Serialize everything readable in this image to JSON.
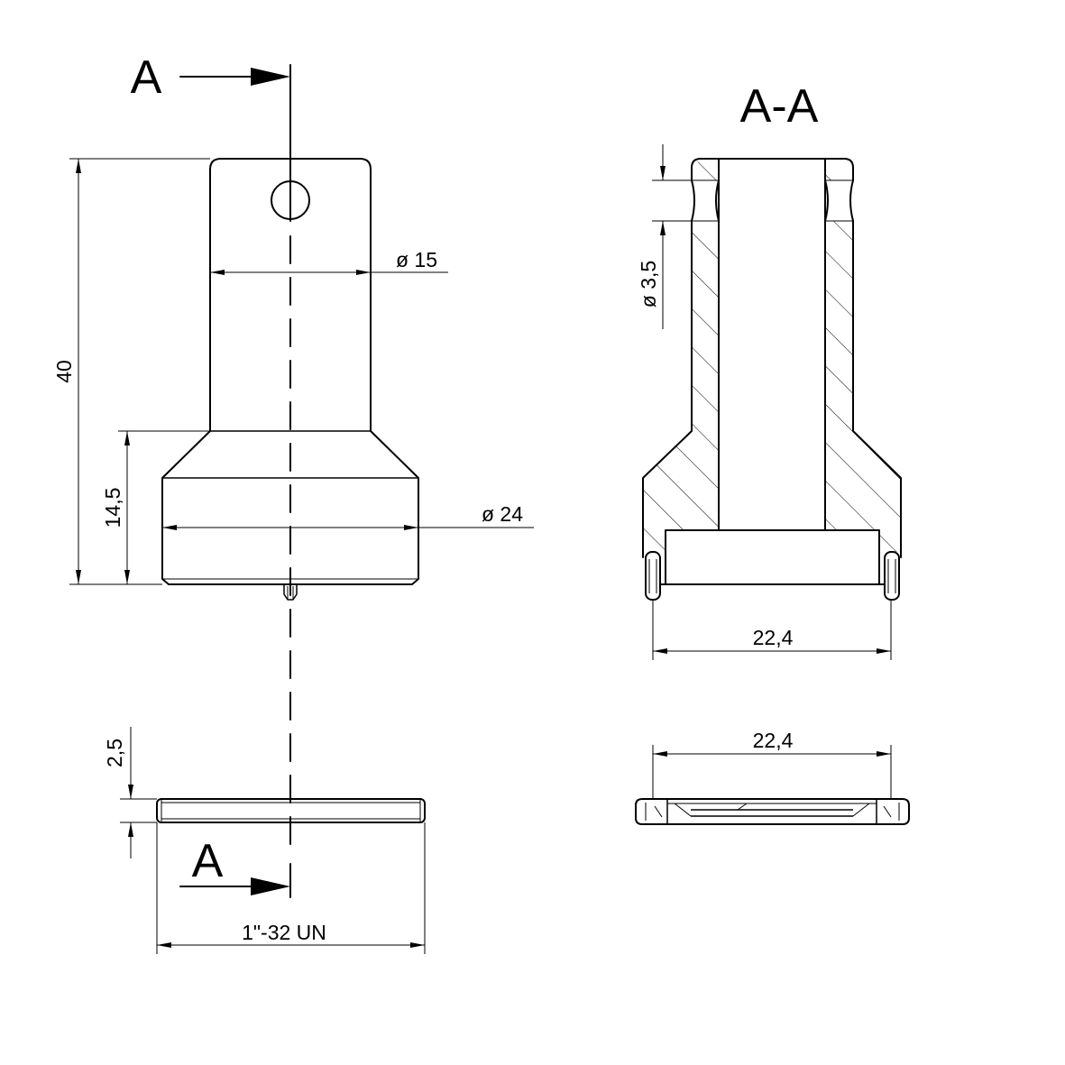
{
  "section_marks": {
    "top": "A",
    "bottom": "A",
    "view_title": "A-A"
  },
  "dimensions": {
    "overall_height": "40",
    "base_height": "14,5",
    "upper_diameter": "ø 15",
    "base_diameter": "ø 24",
    "hole_diameter": "ø 3,5",
    "section_width": "22,4",
    "cap_width": "22,4",
    "cap_thickness": "2,5",
    "thread": "1\"-32 UN"
  }
}
